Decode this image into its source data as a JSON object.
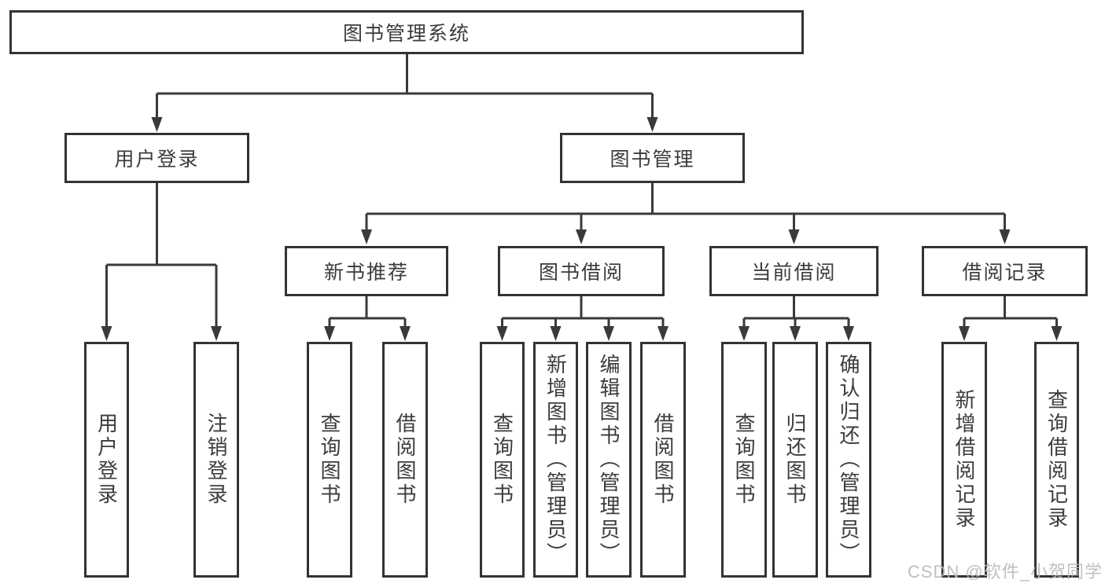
{
  "diagram": {
    "title": "图书管理系统",
    "root": {
      "label": "图书管理系统"
    },
    "level2": [
      {
        "label": "用户登录"
      },
      {
        "label": "图书管理"
      }
    ],
    "level3": [
      {
        "label": "新书推荐",
        "parent": "图书管理"
      },
      {
        "label": "图书借阅",
        "parent": "图书管理"
      },
      {
        "label": "当前借阅",
        "parent": "图书管理"
      },
      {
        "label": "借阅记录",
        "parent": "图书管理"
      }
    ],
    "leaves": [
      {
        "label": "用户登录",
        "parent": "用户登录"
      },
      {
        "label": "注销登录",
        "parent": "用户登录"
      },
      {
        "label": "查询图书",
        "parent": "新书推荐"
      },
      {
        "label": "借阅图书",
        "parent": "新书推荐"
      },
      {
        "label": "查询图书",
        "parent": "图书借阅"
      },
      {
        "label": "新增图书（管理员）",
        "parent": "图书借阅"
      },
      {
        "label": "编辑图书（管理员）",
        "parent": "图书借阅"
      },
      {
        "label": "借阅图书",
        "parent": "图书借阅"
      },
      {
        "label": "查询图书",
        "parent": "当前借阅"
      },
      {
        "label": "归还图书",
        "parent": "当前借阅"
      },
      {
        "label": "确认归还（管理员）",
        "parent": "当前借阅"
      },
      {
        "label": "新增借阅记录",
        "parent": "借阅记录"
      },
      {
        "label": "查询借阅记录",
        "parent": "借阅记录"
      }
    ]
  },
  "watermark": {
    "text": "CSDN @软件_小贺同学"
  },
  "colors": {
    "line": "#3a3a3a",
    "box_border": "#333333",
    "text": "#3c3c3c",
    "watermark": "#b9b9b9",
    "background": "#ffffff"
  }
}
